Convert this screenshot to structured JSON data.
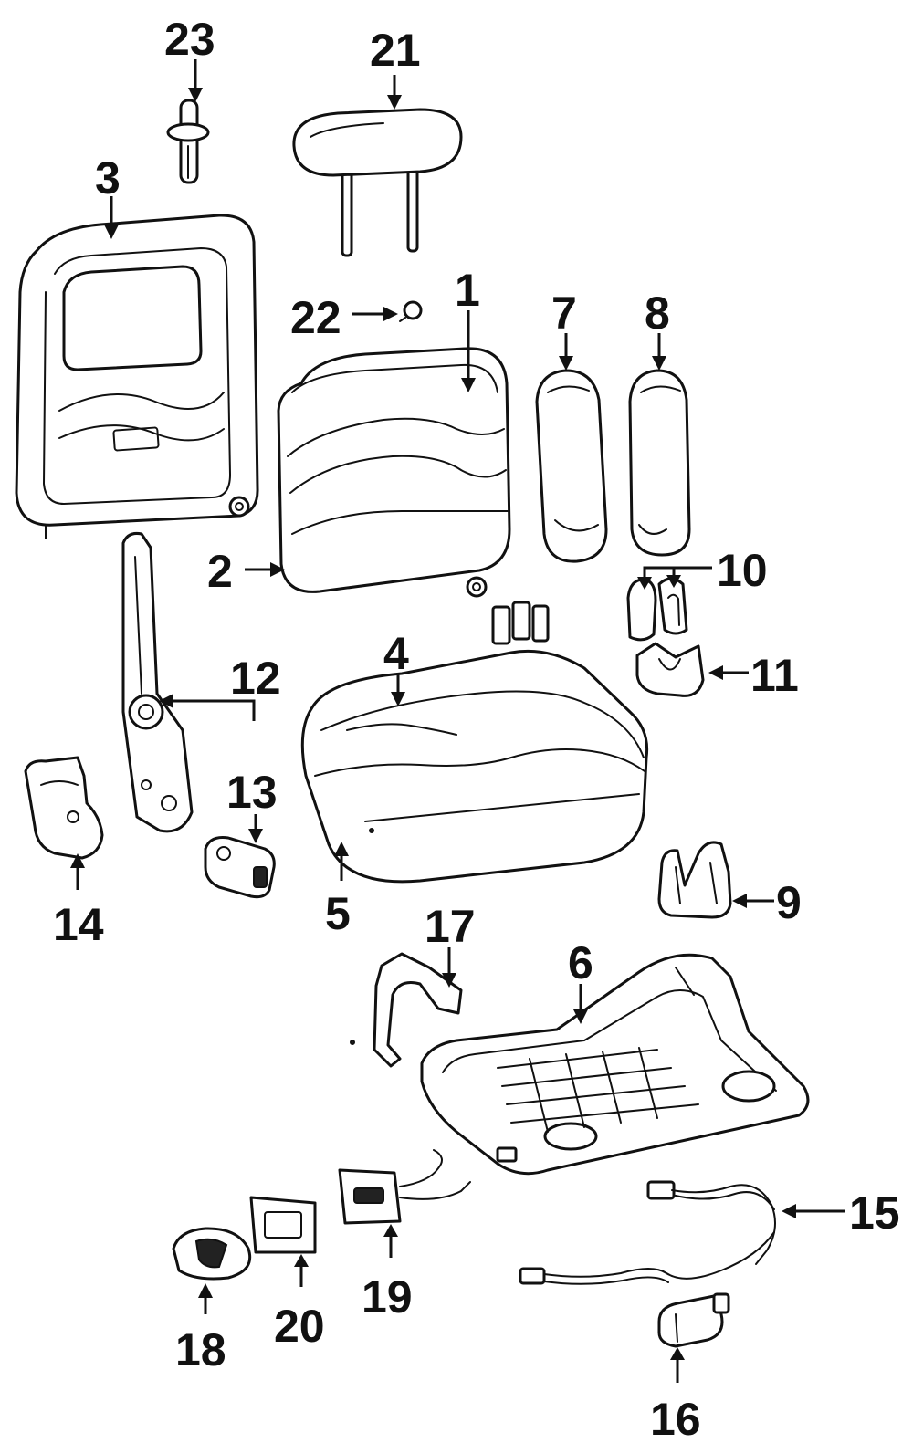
{
  "callouts": {
    "c1": "1",
    "c2": "2",
    "c3": "3",
    "c4": "4",
    "c5": "5",
    "c6": "6",
    "c7": "7",
    "c8": "8",
    "c9": "9",
    "c10": "10",
    "c11": "11",
    "c12": "12",
    "c13": "13",
    "c14": "14",
    "c15": "15",
    "c16": "16",
    "c17": "17",
    "c18": "18",
    "c19": "19",
    "c20": "20",
    "c21": "21",
    "c22": "22",
    "c23": "23"
  },
  "colors": {
    "line": "#111111",
    "background": "#ffffff"
  }
}
